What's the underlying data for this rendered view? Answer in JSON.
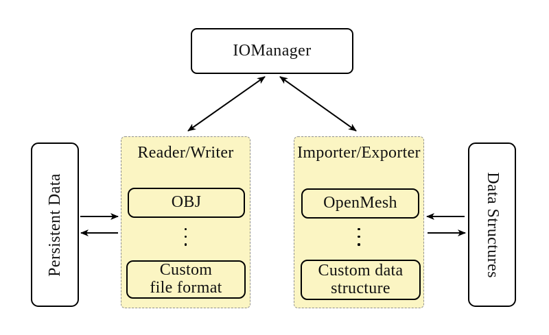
{
  "diagram": {
    "description": "IOManager I/O architecture diagram",
    "colors": {
      "background": "#ffffff",
      "panel_fill": "#fbf5c3",
      "panel_border_dashed": "#8f8f8f",
      "node_fill": "#ffffff",
      "node_border": "#000000",
      "arrow": "#000000",
      "text": "#111111"
    },
    "nodes": {
      "iomanager": {
        "label": "IOManager"
      },
      "persistent_data": {
        "label": "Persistent Data"
      },
      "data_structures": {
        "label": "Data Structures"
      },
      "reader_writer": {
        "title": "Reader/Writer",
        "first_item": "OBJ",
        "more_items_icon": "vertical-ellipsis",
        "last_item_line1": "Custom",
        "last_item_line2": "file format"
      },
      "importer_exporter": {
        "title": "Importer/Exporter",
        "first_item": "OpenMesh",
        "more_items_icon": "vertical-ellipsis",
        "last_item_line1": "Custom data",
        "last_item_line2": "structure"
      }
    },
    "edges": [
      {
        "from": "iomanager",
        "to": "reader_writer",
        "direction": "bidirectional"
      },
      {
        "from": "iomanager",
        "to": "importer_exporter",
        "direction": "bidirectional"
      },
      {
        "from": "persistent_data",
        "to": "reader_writer",
        "direction": "one-way"
      },
      {
        "from": "reader_writer",
        "to": "persistent_data",
        "direction": "one-way"
      },
      {
        "from": "data_structures",
        "to": "importer_exporter",
        "direction": "one-way"
      },
      {
        "from": "importer_exporter",
        "to": "data_structures",
        "direction": "one-way"
      }
    ]
  }
}
